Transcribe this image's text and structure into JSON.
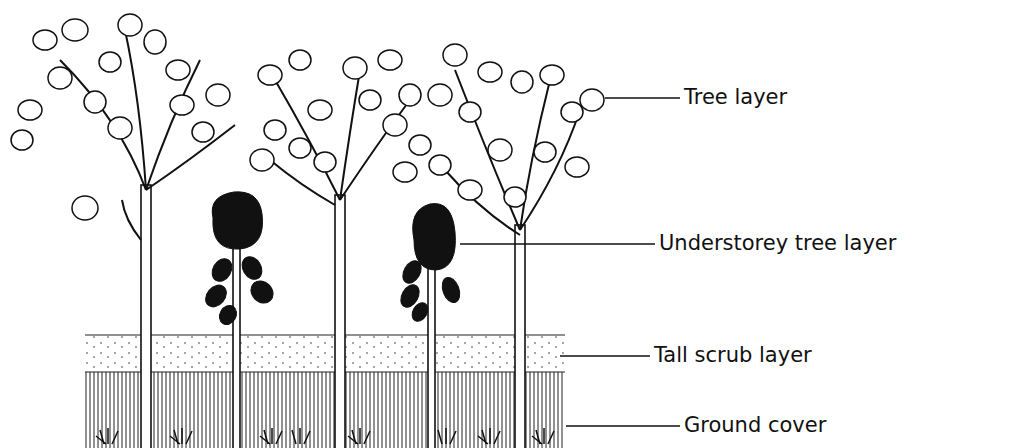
{
  "diagram": {
    "labels": [
      "Tree layer",
      "Understorey tree layer",
      "Tall scrub layer",
      "Ground cover"
    ]
  }
}
